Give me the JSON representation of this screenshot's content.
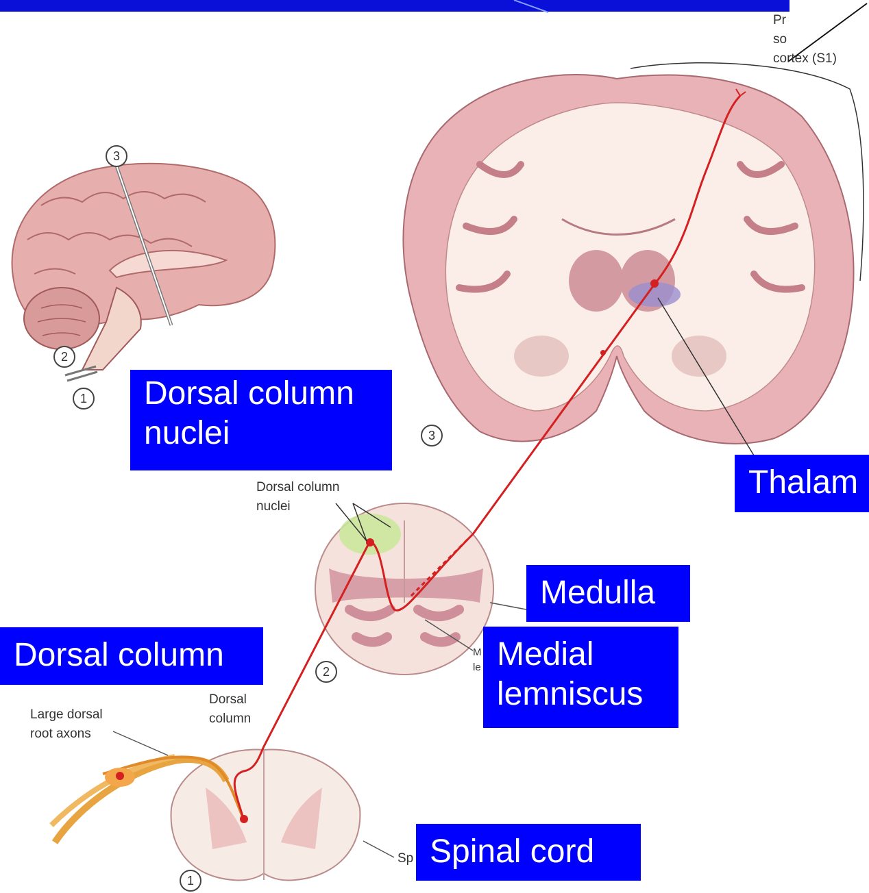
{
  "labels": {
    "dorsal_column_nuclei": "Dorsal column\nnuclei",
    "thalamus": "Thalam",
    "medulla": "Medulla",
    "dorsal_column": "Dorsal column",
    "medial_lemniscus": "Medial\nlemniscus",
    "spinal_cord": "Spinal cord"
  },
  "small_labels": {
    "cortex_top": "Pr\nso\ncortex (S1)",
    "dorsal_column_nuclei_small": "Dorsal column\nnuclei",
    "dorsal_column_small": "Dorsal\ncolumn",
    "large_dorsal_root_axons": "Large dorsal\nroot axons",
    "sp_fragment": "Sp",
    "medial_fragment": "M\nle"
  },
  "section_numbers": {
    "sagittal_3": "3",
    "sagittal_2": "2",
    "sagittal_1": "1",
    "coronal_3": "3",
    "medulla_2": "2",
    "spinal_1": "1"
  },
  "colors": {
    "label_bg": "#0000ff",
    "label_text": "#ffffff",
    "pathway": "#d42020",
    "brain_tissue": "#e6b5b5",
    "white_matter": "#fbeee8",
    "nuclei_highlight": "#c9e89a"
  }
}
